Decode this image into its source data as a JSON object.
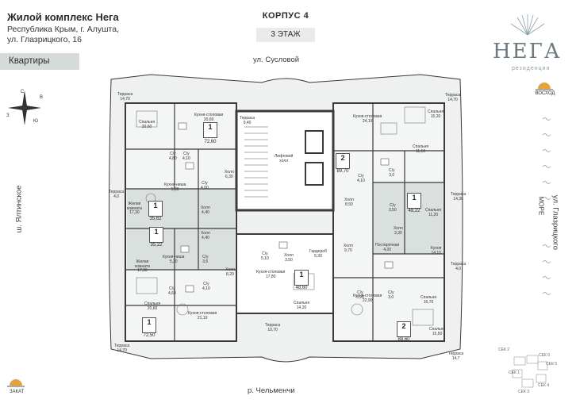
{
  "header": {
    "title": "Жилой комплекс Нега",
    "address_line1": "Республика Крым, г. Алушта,",
    "address_line2": "ул. Глазрицкого, 16"
  },
  "building": {
    "corpus": "КОРПУС 4",
    "floor": "3 ЭТАЖ"
  },
  "nav": {
    "apartments_button": "Квартиры"
  },
  "logo": {
    "main": "НЕГА",
    "sub": "резиденция"
  },
  "streets": {
    "top": "ул. Сусловой",
    "bottom": "р. Чельменчи",
    "left": "ш. Ялтинское",
    "right": "ул. Глазрицкого",
    "sea": "МОРЕ"
  },
  "compass": {
    "north": "С",
    "south": "Ю",
    "west": "З",
    "east": "В"
  },
  "sun": {
    "sunrise": "ВОСХОД",
    "sunset": "ЗАКАТ"
  },
  "rooms": {
    "r1": "Кухня-столовая\n20,60",
    "r2": "Спальня\n20,60",
    "r3": "С/у\n4,80",
    "r4": "С/у\n4,10",
    "r5": "Терраса\n14,70",
    "r6": "Терраса\n9,40",
    "r7": "Лифтовой\nхолл",
    "r8": "Холл\n6,30",
    "r9": "Кухня-ниша\n5,30",
    "r10": "С/у\n4,00",
    "r11": "Жилая\nкомната\n17,30",
    "r12": "Холл\n4,40",
    "r13": "Терраса\n4,0",
    "r14": "Холл\n4,40",
    "r15": "Кухня-ниша\n5,30",
    "r16": "Жилая\nкомната\n17,30",
    "r17": "С/у\n3,6",
    "r18": "Холл\n8,20",
    "r19": "С/у\n4,60",
    "r20": "С/у\n4,10",
    "r21": "Спальня\n20,60",
    "r22": "Кухня-столовая\n21,10",
    "r23": "Терраса\n14,70",
    "r24": "Терраса\n10,70",
    "r25": "С/у\n5,10",
    "r26": "Холл\n3,50",
    "r27": "Гардероб\n5,30",
    "r28": "Кухня-столовая\n17,80",
    "r29": "Спальня\n14,20",
    "r30": "Кухня-столовая\n24,10",
    "r31": "Спальня\n15,20",
    "r32": "Спальня\n11,10",
    "r33": "С/у\n4,10",
    "r34": "Холл\n8,50",
    "r35": "С/у\n3,0",
    "r36": "С/у\n3,50",
    "r37": "Терраса\n14,70",
    "r38": "Терраса\n14,30",
    "r39": "Спальня\n11,20",
    "r40": "Холл\n3,30",
    "r41": "Постирочная\n4,30",
    "r42": "Холл\n9,70",
    "r43": "Кухня\n14,10",
    "r44": "Терраса\n4,0",
    "r45": "С/у\n5,90",
    "r46": "С/у\n3,0",
    "r47": "Кухня-столовая\n22,90",
    "r48": "Спальня\n16,70",
    "r49": "Спальня\n15,50",
    "r50": "Терраса\n14,7"
  },
  "apartments": [
    {
      "rooms": "1",
      "area": "72,60"
    },
    {
      "rooms": "1",
      "area": "35,62"
    },
    {
      "rooms": "1",
      "area": "35,22"
    },
    {
      "rooms": "1",
      "area": "72,50"
    },
    {
      "rooms": "1",
      "area": "48,60"
    },
    {
      "rooms": "2",
      "area": "89,70"
    },
    {
      "rooms": "1",
      "area": "48,22"
    },
    {
      "rooms": "2",
      "area": "88,60"
    }
  ],
  "sections": {
    "s1": "СЕК 1",
    "s2": "СЕК 2",
    "s3": "СЕК 3",
    "s4": "СЕК 4",
    "s5": "СЕК 5",
    "s6": "СЕК 6"
  },
  "colors": {
    "accent": "#6c7a80",
    "floor_bg": "#eef1ef",
    "wall": "#3a3a3a",
    "highlight": "#c8d2cd",
    "button_bg": "#d5dbd8"
  }
}
